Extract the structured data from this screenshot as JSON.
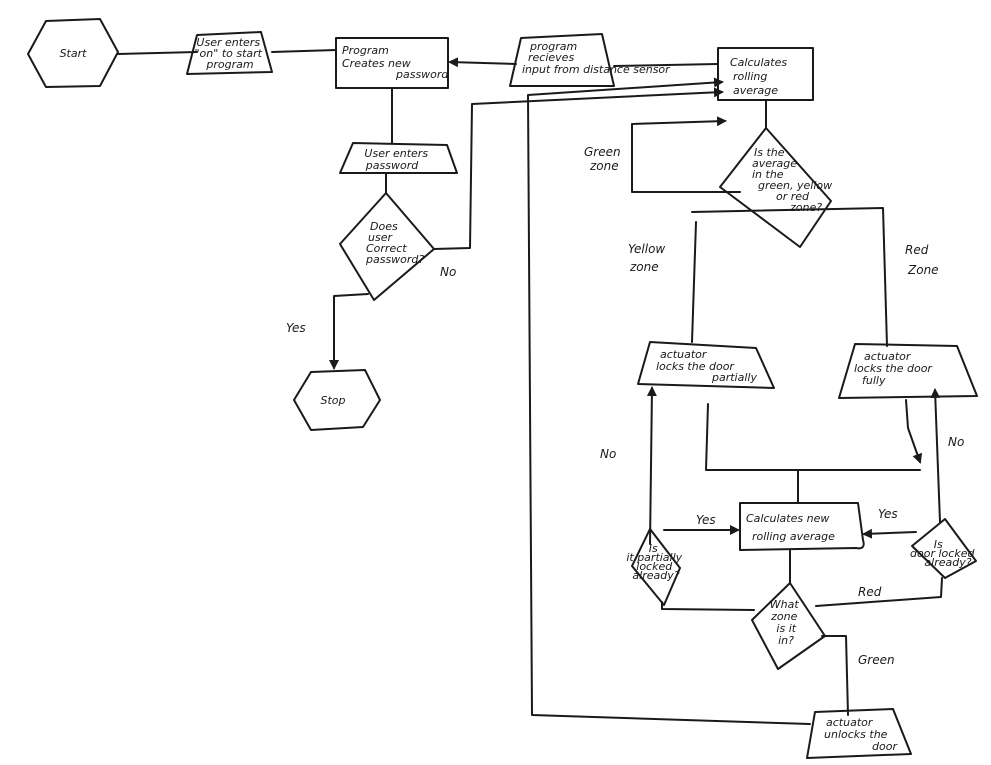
{
  "nodes": {
    "start": [
      "Start"
    ],
    "user_enters_on": [
      "User enters",
      "\"on\" to start",
      "program"
    ],
    "program_creates_password": [
      "Program",
      "Creates new",
      "password"
    ],
    "program_receives_input": [
      "program",
      "recieves",
      "input from distance sensor"
    ],
    "calculates_rolling_average": [
      "Calculates",
      "rolling",
      "average"
    ],
    "user_enters_password": [
      "User enters",
      "password"
    ],
    "does_user_enter_correct_password": [
      "Does",
      "user",
      "Correct",
      "password?"
    ],
    "stop": [
      "Stop"
    ],
    "zone_decision": [
      "Is the",
      "average",
      "in the",
      "green, yellow",
      "or red",
      "zone?"
    ],
    "actuator_locks_partially": [
      "actuator",
      "locks the door",
      "partially"
    ],
    "actuator_locks_fully": [
      "actuator",
      "locks the door",
      "fully"
    ],
    "calculates_new_rolling_average": [
      "Calculates new",
      "rolling average"
    ],
    "is_it_partially_locked": [
      "Is",
      "it partially",
      "locked",
      "already?"
    ],
    "is_door_locked": [
      "Is",
      "door locked",
      "already?"
    ],
    "what_zone": [
      "What",
      "zone",
      "is it",
      "in?"
    ],
    "actuator_unlocks": [
      "actuator",
      "unlocks the",
      "door"
    ]
  },
  "edge_labels": {
    "no_password": "No",
    "yes_password": "Yes",
    "green_zone": [
      "Green",
      "zone"
    ],
    "yellow_zone": [
      "Yellow",
      "zone"
    ],
    "red_zone": [
      "Red",
      "Zone"
    ],
    "no_partial": "No",
    "yes_partial": "Yes",
    "yes_full": "Yes",
    "no_full": "No",
    "red_what_zone": "Red",
    "green_what_zone": "Green"
  }
}
